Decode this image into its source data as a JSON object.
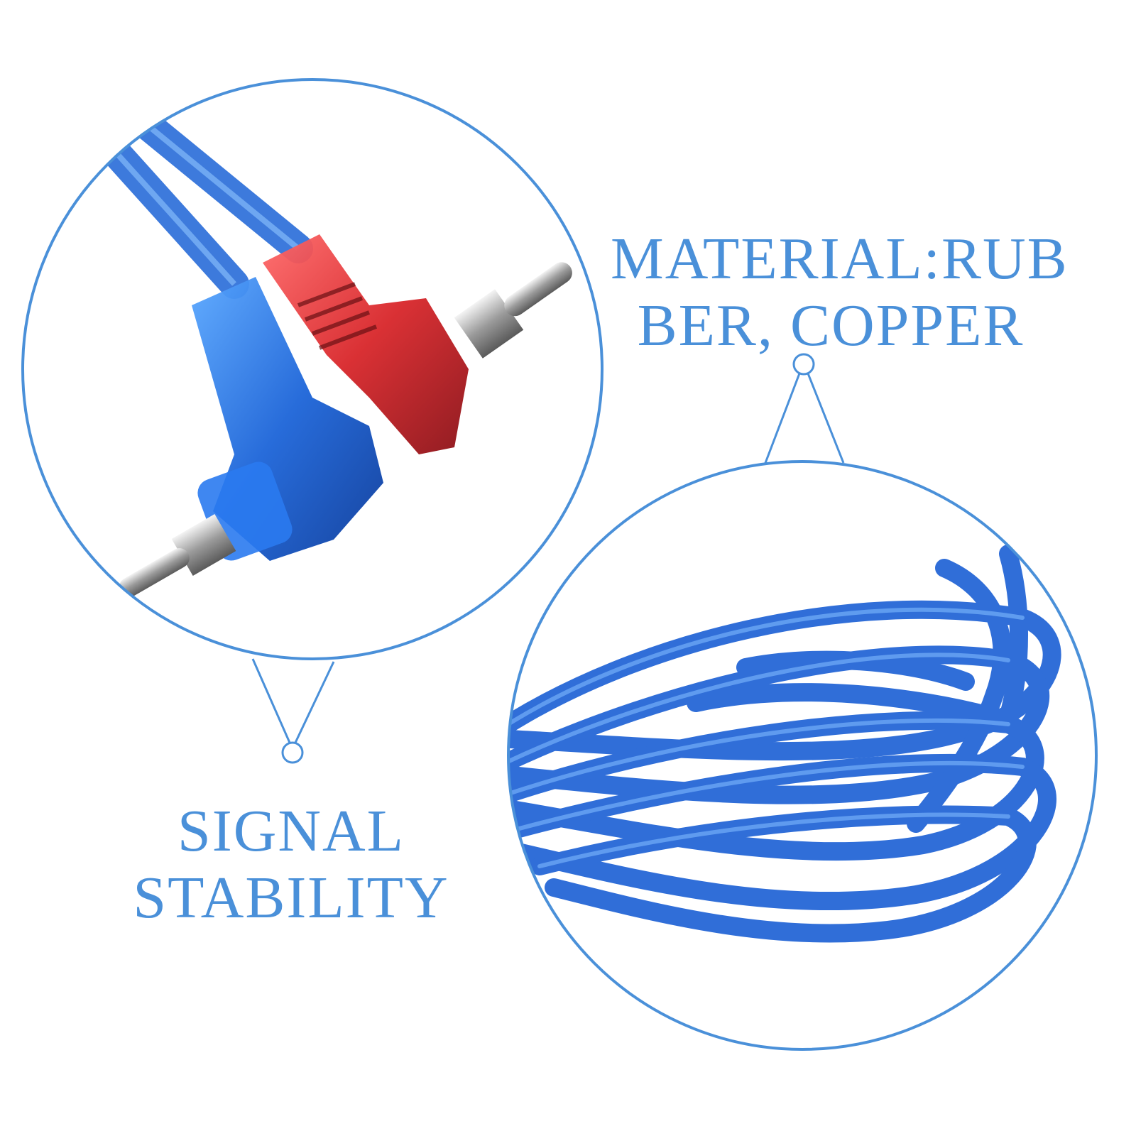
{
  "colors": {
    "accent": "#4a90d9",
    "cable_blue": "#1e6fe0",
    "connector_red": "#d82a2a",
    "background": "#ffffff"
  },
  "captions": {
    "material": {
      "line1": "MATERIAL:RUB",
      "line2": "BER, COPPER"
    },
    "signal": {
      "line1": "SIGNAL",
      "line2": "STABILITY"
    }
  },
  "images": {
    "connectors": "rca-connectors-closeup",
    "cable": "coiled-blue-cable"
  }
}
